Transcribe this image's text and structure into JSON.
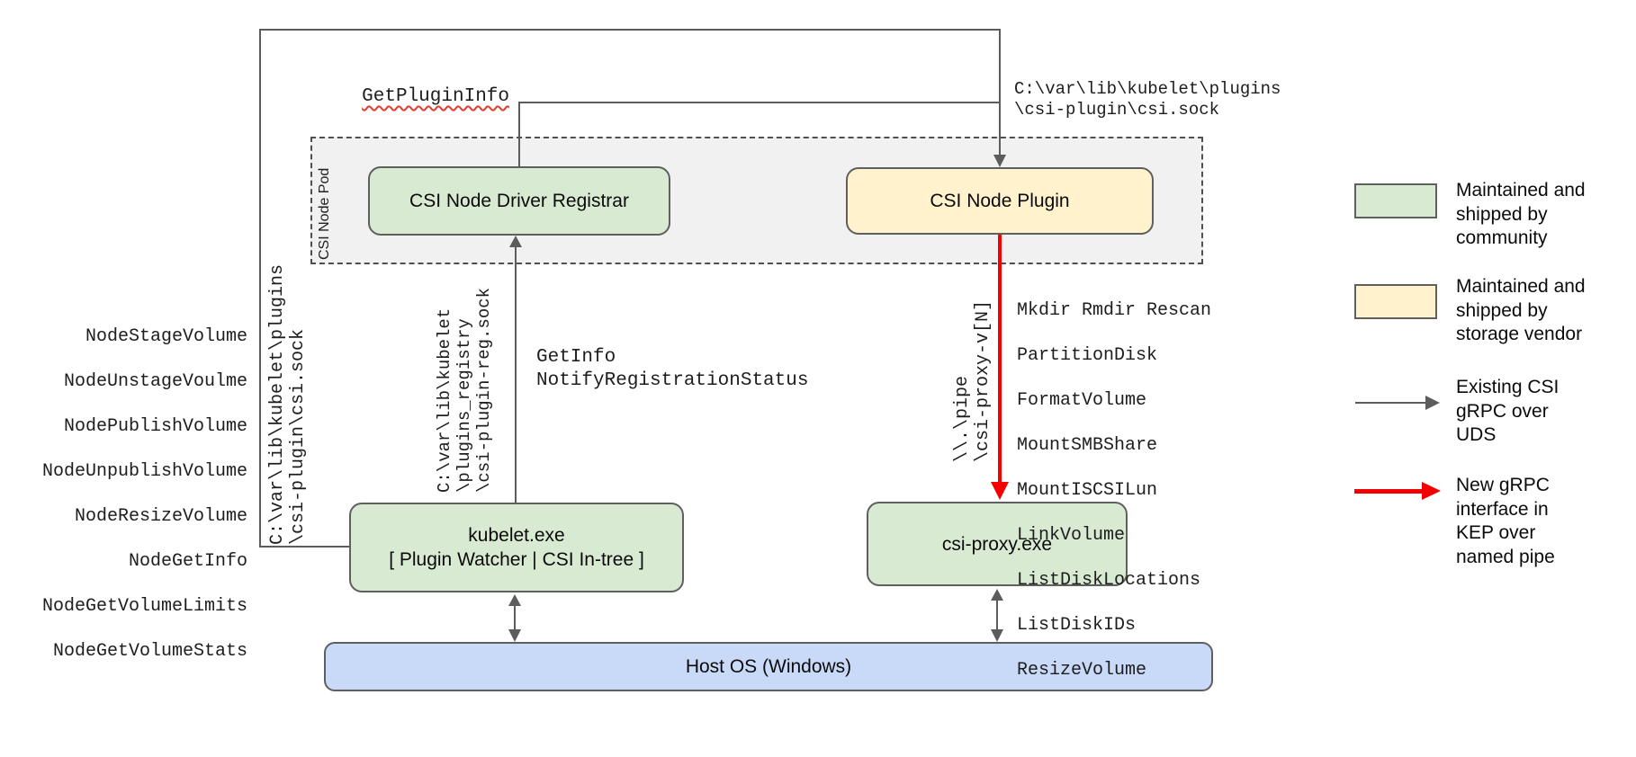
{
  "diagram": {
    "pod_label": "CSI Node Pod",
    "boxes": {
      "registrar": "CSI Node Driver Registrar",
      "plugin": "CSI Node Plugin",
      "kubelet_line1": "kubelet.exe",
      "kubelet_line2": "[ Plugin Watcher | CSI In-tree ]",
      "csi_proxy": "csi-proxy.exe",
      "host_os": "Host OS (Windows)"
    },
    "labels": {
      "get_plugin_info": "GetPluginInfo",
      "csi_sock_path": "C:\\var\\lib\\kubelet\\plugins\n\\csi-plugin\\csi.sock",
      "registrar_sock_path": "C:\\var\\lib\\kubelet\n\\plugins_registry\n\\csi-plugin-reg.sock",
      "registration_calls": "GetInfo\nNotifyRegistrationStatus",
      "named_pipe_path": "\\\\.\\pipe\n\\csi-proxy-v[N]"
    },
    "node_calls": [
      "NodeStageVolume",
      "NodeUnstageVoulme",
      "NodePublishVolume",
      "NodeUnpublishVolume",
      "NodeResizeVolume",
      "NodeGetInfo",
      "NodeGetVolumeLimits",
      "NodeGetVolumeStats"
    ],
    "proxy_calls": [
      "Mkdir Rmdir Rescan",
      "PartitionDisk",
      "FormatVolume",
      "MountSMBShare",
      "MountISCSILun",
      "LinkVolume",
      "ListDiskLocations",
      "ListDiskIDs",
      "ResizeVolume"
    ]
  },
  "legend": {
    "items": [
      {
        "kind": "swatch-green",
        "color": "#d9ead3",
        "text": "Maintained and\nshipped by\ncommunity"
      },
      {
        "kind": "swatch-yellow",
        "color": "#fff2cc",
        "text": "Maintained and\nshipped by\nstorage vendor"
      },
      {
        "kind": "arrow-gray",
        "color": "#5c5c5c",
        "text": "Existing CSI\ngRPC over\nUDS"
      },
      {
        "kind": "arrow-red",
        "color": "#f50000",
        "text": "New gRPC\ninterface in\nKEP over\nnamed pipe"
      }
    ]
  },
  "colors": {
    "community_green": "#d9ead3",
    "vendor_yellow": "#fff2cc",
    "host_blue": "#c9daf8",
    "pod_gray": "#f1f1f1",
    "line_gray": "#5c5c5c",
    "new_interface_red": "#f50000"
  }
}
